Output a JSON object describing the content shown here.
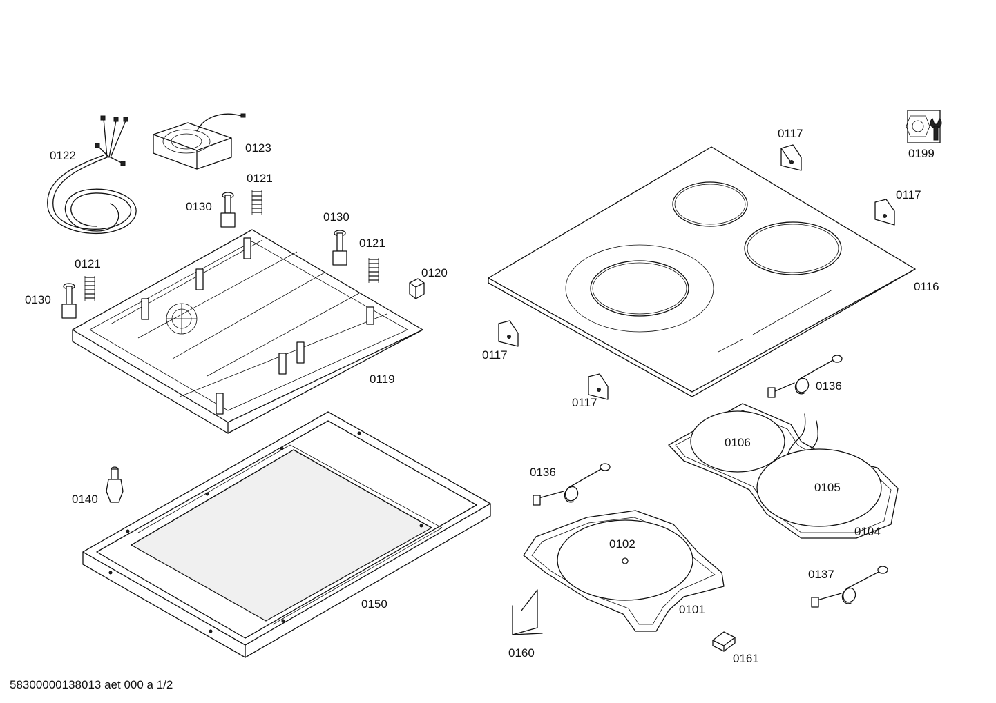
{
  "parts": {
    "p0122": "0122",
    "p0123": "0123",
    "p0121a": "0121",
    "p0130a": "0130",
    "p0130b": "0130",
    "p0121b": "0121",
    "p0121c": "0121",
    "p0130c": "0130",
    "p0120": "0120",
    "p0119": "0119",
    "p0140": "0140",
    "p0150": "0150",
    "p0117a": "0117",
    "p0117b": "0117",
    "p0117c": "0117",
    "p0117d": "0117",
    "p0199": "0199",
    "p0116": "0116",
    "p0136a": "0136",
    "p0136b": "0136",
    "p0106": "0106",
    "p0105": "0105",
    "p0104": "0104",
    "p0102": "0102",
    "p0101": "0101",
    "p0137": "0137",
    "p0160": "0160",
    "p0161": "0161"
  },
  "footer": "58300000138013 aet 000 a 1/2",
  "icons": {
    "service": "tool-wrench-icon"
  }
}
